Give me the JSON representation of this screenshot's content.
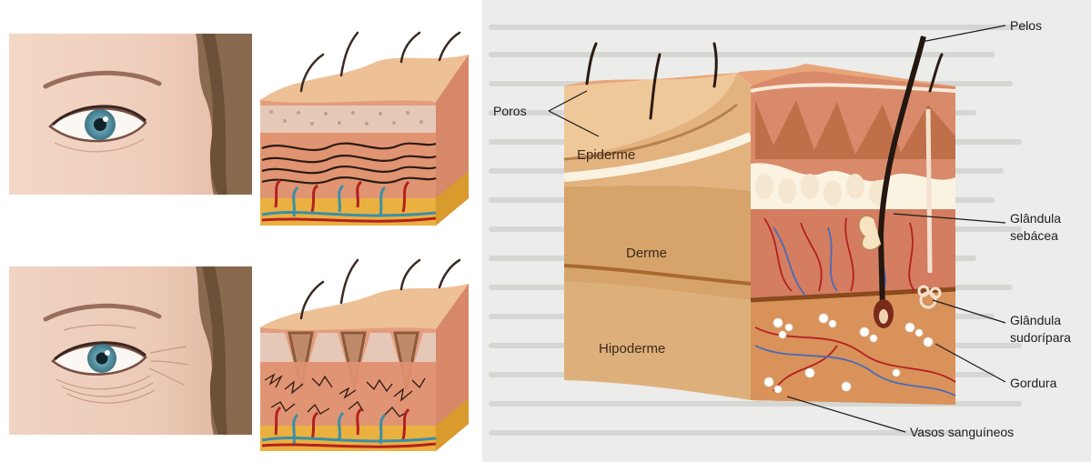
{
  "diagram": {
    "layers": {
      "epidermis": "Epiderme",
      "dermis": "Derme",
      "hypodermis": "Hipoderme"
    },
    "callouts": {
      "pores": "Poros",
      "hairs": "Pelos",
      "sebaceous_line1": "Glândula",
      "sebaceous_line2": "sebácea",
      "sweat_line1": "Glândula",
      "sweat_line2": "sudorípara",
      "fat": "Gordura",
      "vessels": "Vasos sanguíneos"
    }
  },
  "colors": {
    "epidermis": "#d9a877",
    "dermis": "#d48466",
    "hypodermis": "#e9b53c",
    "vessel_red": "#b32020",
    "vessel_blue": "#3a8fa8",
    "iris": "#5f9fb0",
    "background_right": "#ececea"
  }
}
